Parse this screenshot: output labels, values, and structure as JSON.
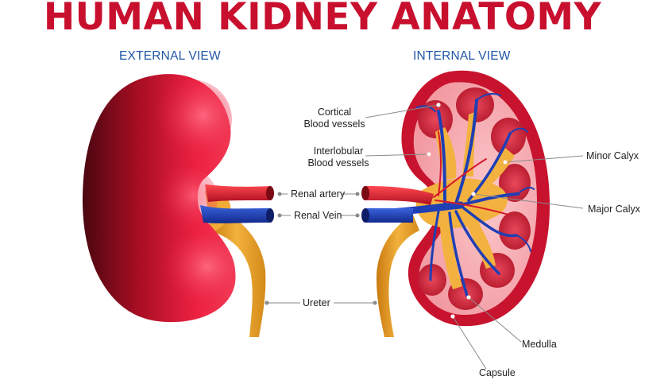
{
  "title": "HUMAN KIDNEY ANATOMY",
  "views": {
    "external": "EXTERNAL VIEW",
    "internal": "INTERNAL VIEW"
  },
  "labels": {
    "cortical_l1": "Cortical",
    "cortical_l2": "Blood vessels",
    "interlobular_l1": "Interlobular",
    "interlobular_l2": "Blood vessels",
    "renal_artery": "Renal artery",
    "renal_vein": "Renal Vein",
    "ureter": "Ureter",
    "minor_calyx": "Minor Calyx",
    "major_calyx": "Major Calyx",
    "medulla": "Medulla",
    "capsule": "Capsule"
  },
  "colors": {
    "title": "#c8102e",
    "view_heading": "#1f56a6",
    "kidney": "#e3193a",
    "artery": "#d8182c",
    "vein": "#1f3fb4",
    "ureter": "#e8a22a"
  }
}
